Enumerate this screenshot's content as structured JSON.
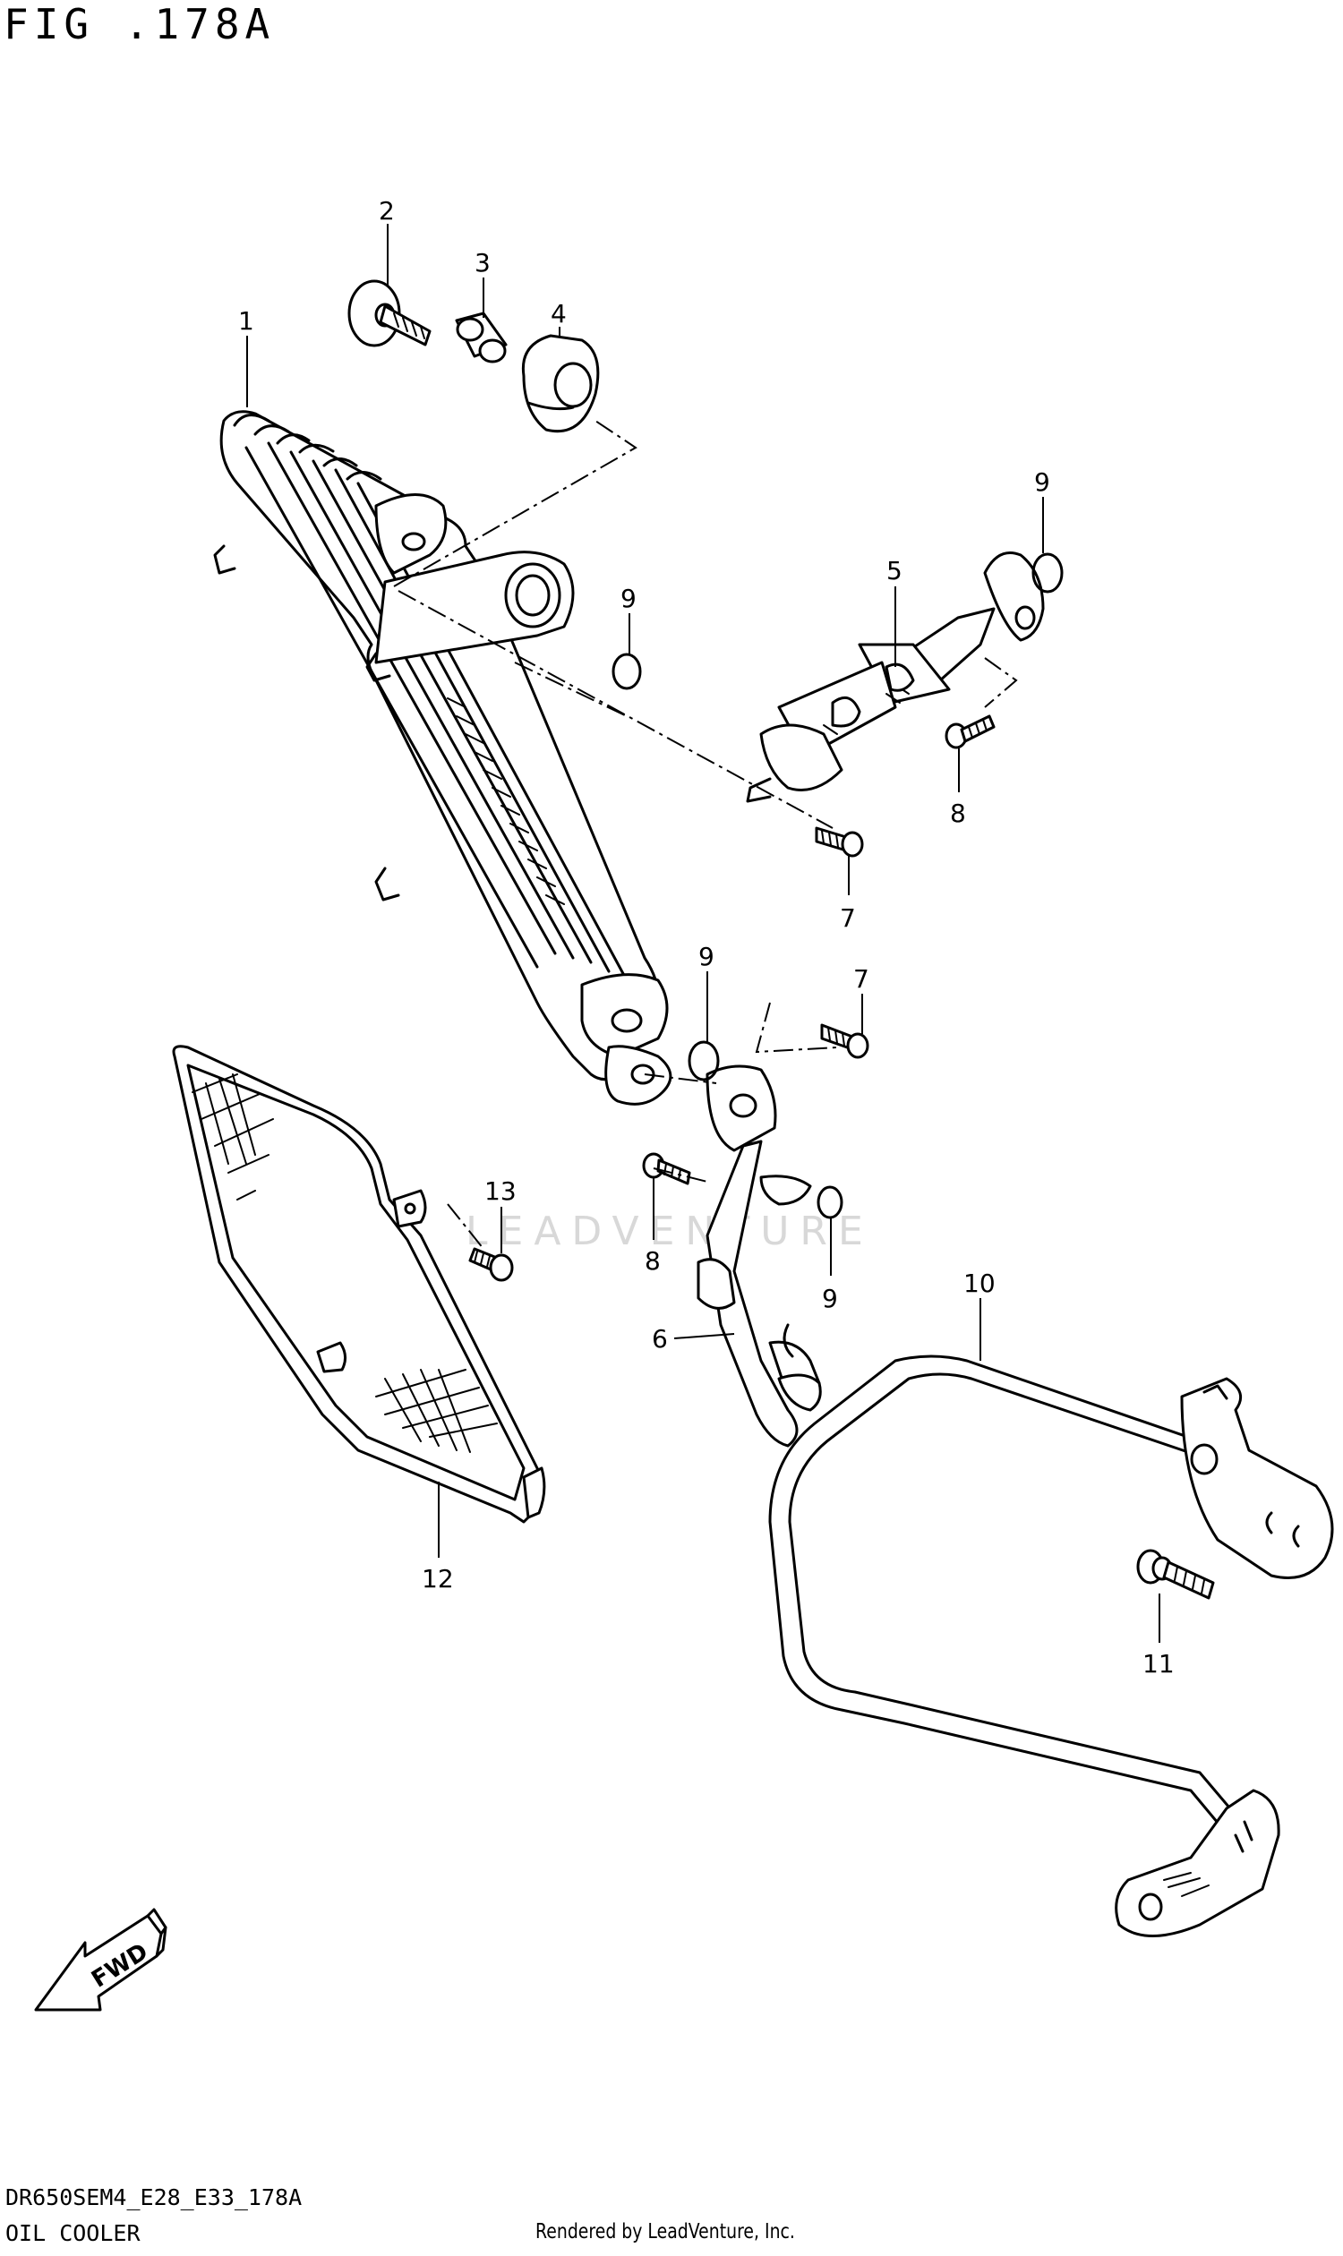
{
  "figure": {
    "title": "FIG .178A",
    "model_code": "DR650SEM4_E28_E33_178A",
    "section_name": "OIL COOLER",
    "credit": "Rendered by LeadVenture, Inc.",
    "watermark": "LEADVENTURE"
  },
  "direction_marker": {
    "label": "FWD",
    "icon": "fwd-arrow-icon"
  },
  "callouts": [
    {
      "id": "c1",
      "label": "1"
    },
    {
      "id": "c2",
      "label": "2"
    },
    {
      "id": "c3",
      "label": "3"
    },
    {
      "id": "c4",
      "label": "4"
    },
    {
      "id": "c5",
      "label": "5"
    },
    {
      "id": "c6",
      "label": "6"
    },
    {
      "id": "c7a",
      "label": "7"
    },
    {
      "id": "c7b",
      "label": "7"
    },
    {
      "id": "c8a",
      "label": "8"
    },
    {
      "id": "c8b",
      "label": "8"
    },
    {
      "id": "c9a",
      "label": "9"
    },
    {
      "id": "c9b",
      "label": "9"
    },
    {
      "id": "c9c",
      "label": "9"
    },
    {
      "id": "c9d",
      "label": "9"
    },
    {
      "id": "c10",
      "label": "10"
    },
    {
      "id": "c11",
      "label": "11"
    },
    {
      "id": "c12",
      "label": "12"
    },
    {
      "id": "c13",
      "label": "13"
    }
  ]
}
